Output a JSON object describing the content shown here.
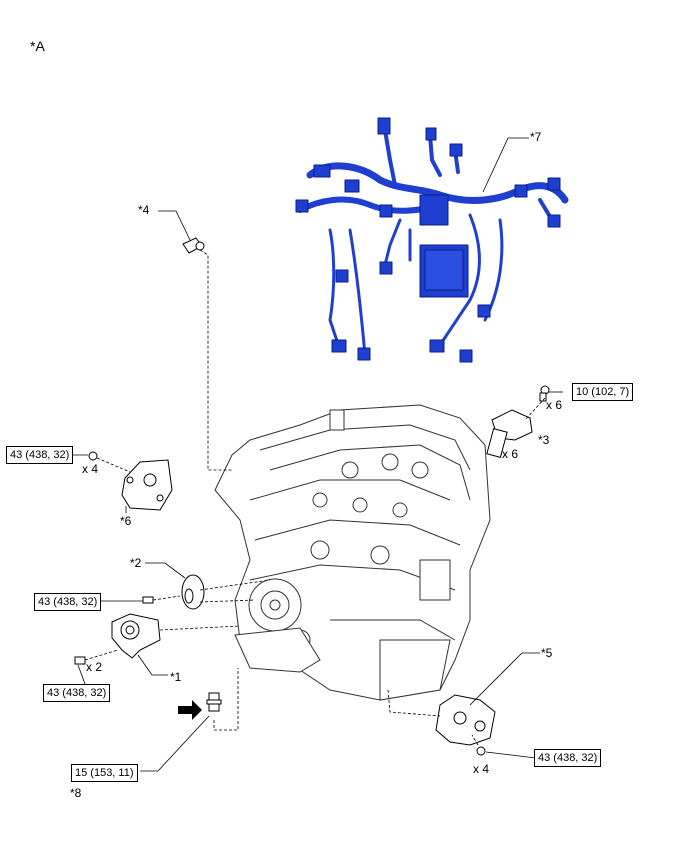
{
  "view_label": "*A",
  "callouts": {
    "c1": "*1",
    "c2": "*2",
    "c3": "*3",
    "c4": "*4",
    "c5": "*5",
    "c6": "*6",
    "c7": "*7",
    "c8": "*8"
  },
  "torques": {
    "t_ignition_bolt": "10 (102, 7)",
    "t_mount_left": "43 (438, 32)",
    "t_idler": "43 (438, 32)",
    "t_tensioner": "43 (438, 32)",
    "t_mount_right": "43 (438, 32)",
    "t_oil_switch": "15 (153, 11)"
  },
  "quantities": {
    "q_bolt_top": "x 6",
    "q_coil": "x 6",
    "q_mount_left": "x 4",
    "q_tensioner": "x 2",
    "q_mount_right": "x 4"
  },
  "colors": {
    "harness": "#1f3fd0",
    "harness_dark": "#0a1f8a",
    "line": "#000000"
  }
}
